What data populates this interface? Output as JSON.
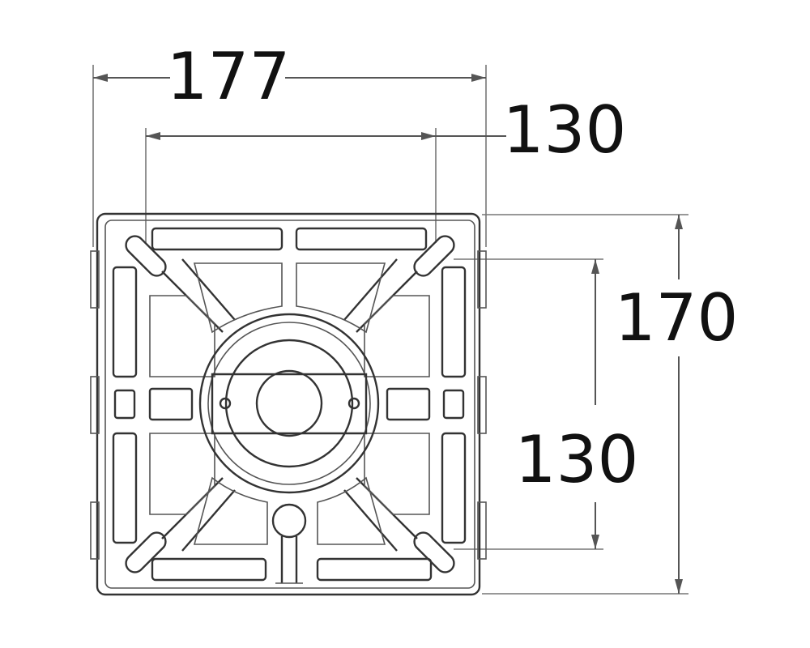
{
  "diagram": {
    "dimensions": {
      "overall_width": "177",
      "hole_spacing_x": "130",
      "overall_height": "170",
      "hole_spacing_y": "130"
    }
  }
}
